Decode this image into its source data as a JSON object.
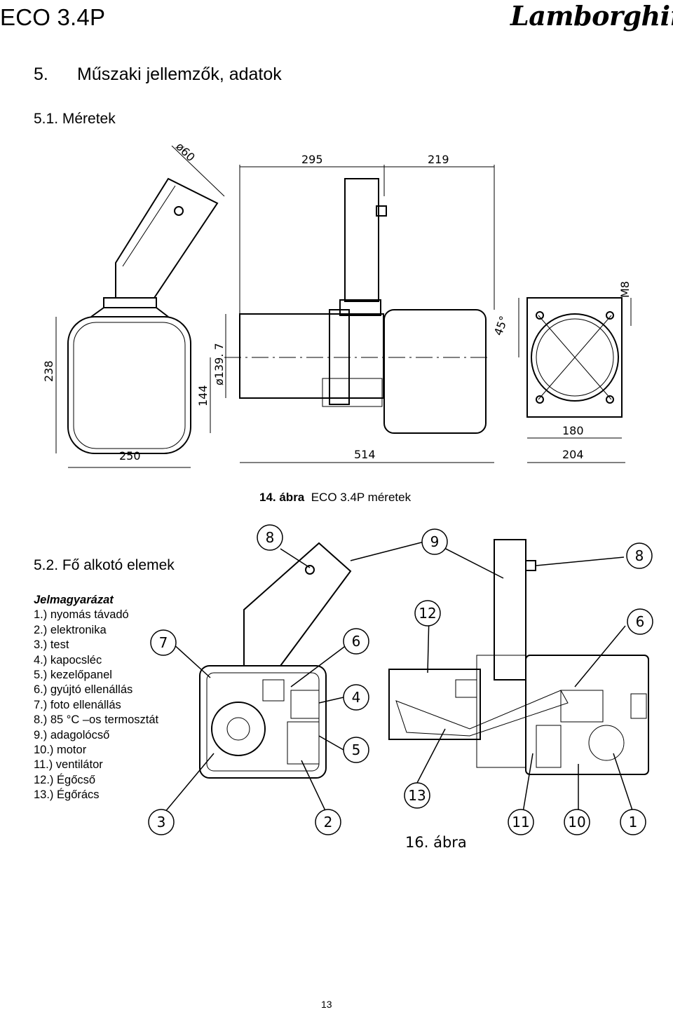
{
  "header": {
    "doc_title": "ECO 3.4P",
    "brand_logo": "Lamborghini"
  },
  "section5": {
    "number": "5.",
    "title": "Műszaki jellemzők, adatok"
  },
  "section51": {
    "title": "5.1. Méretek"
  },
  "figure14": {
    "label": "14. ábra",
    "caption": "ECO 3.4P méretek",
    "dimensions": {
      "d60": "ø60",
      "w295": "295",
      "w219": "219",
      "m8": "M8",
      "h238": "238",
      "h144": "144",
      "d139": "ø139. 7",
      "a45": "45°",
      "w250": "250",
      "w514": "514",
      "w180": "180",
      "w204": "204"
    }
  },
  "section52": {
    "title": "5.2. Fő alkotó elemek"
  },
  "legend": {
    "title": "Jelmagyarázat",
    "items": [
      "1.) nyomás távadó",
      "2.) elektronika",
      "3.) test",
      "4.) kapocsléc",
      "5.) kezelőpanel",
      "6.) gyújtó ellenállás",
      "7.) foto ellenállás",
      "8.) 85 °C –os termosztát",
      "9.) adagolócső",
      "10.) motor",
      "11.) ventilátor",
      "12.) Égőcső",
      "13.) Égőrács"
    ]
  },
  "figure16": {
    "label": "16. ábra",
    "callouts": [
      "8",
      "9",
      "8",
      "12",
      "6",
      "7",
      "6",
      "4",
      "5",
      "13",
      "3",
      "2",
      "11",
      "10",
      "1"
    ]
  },
  "footer": {
    "page_number": "13"
  }
}
